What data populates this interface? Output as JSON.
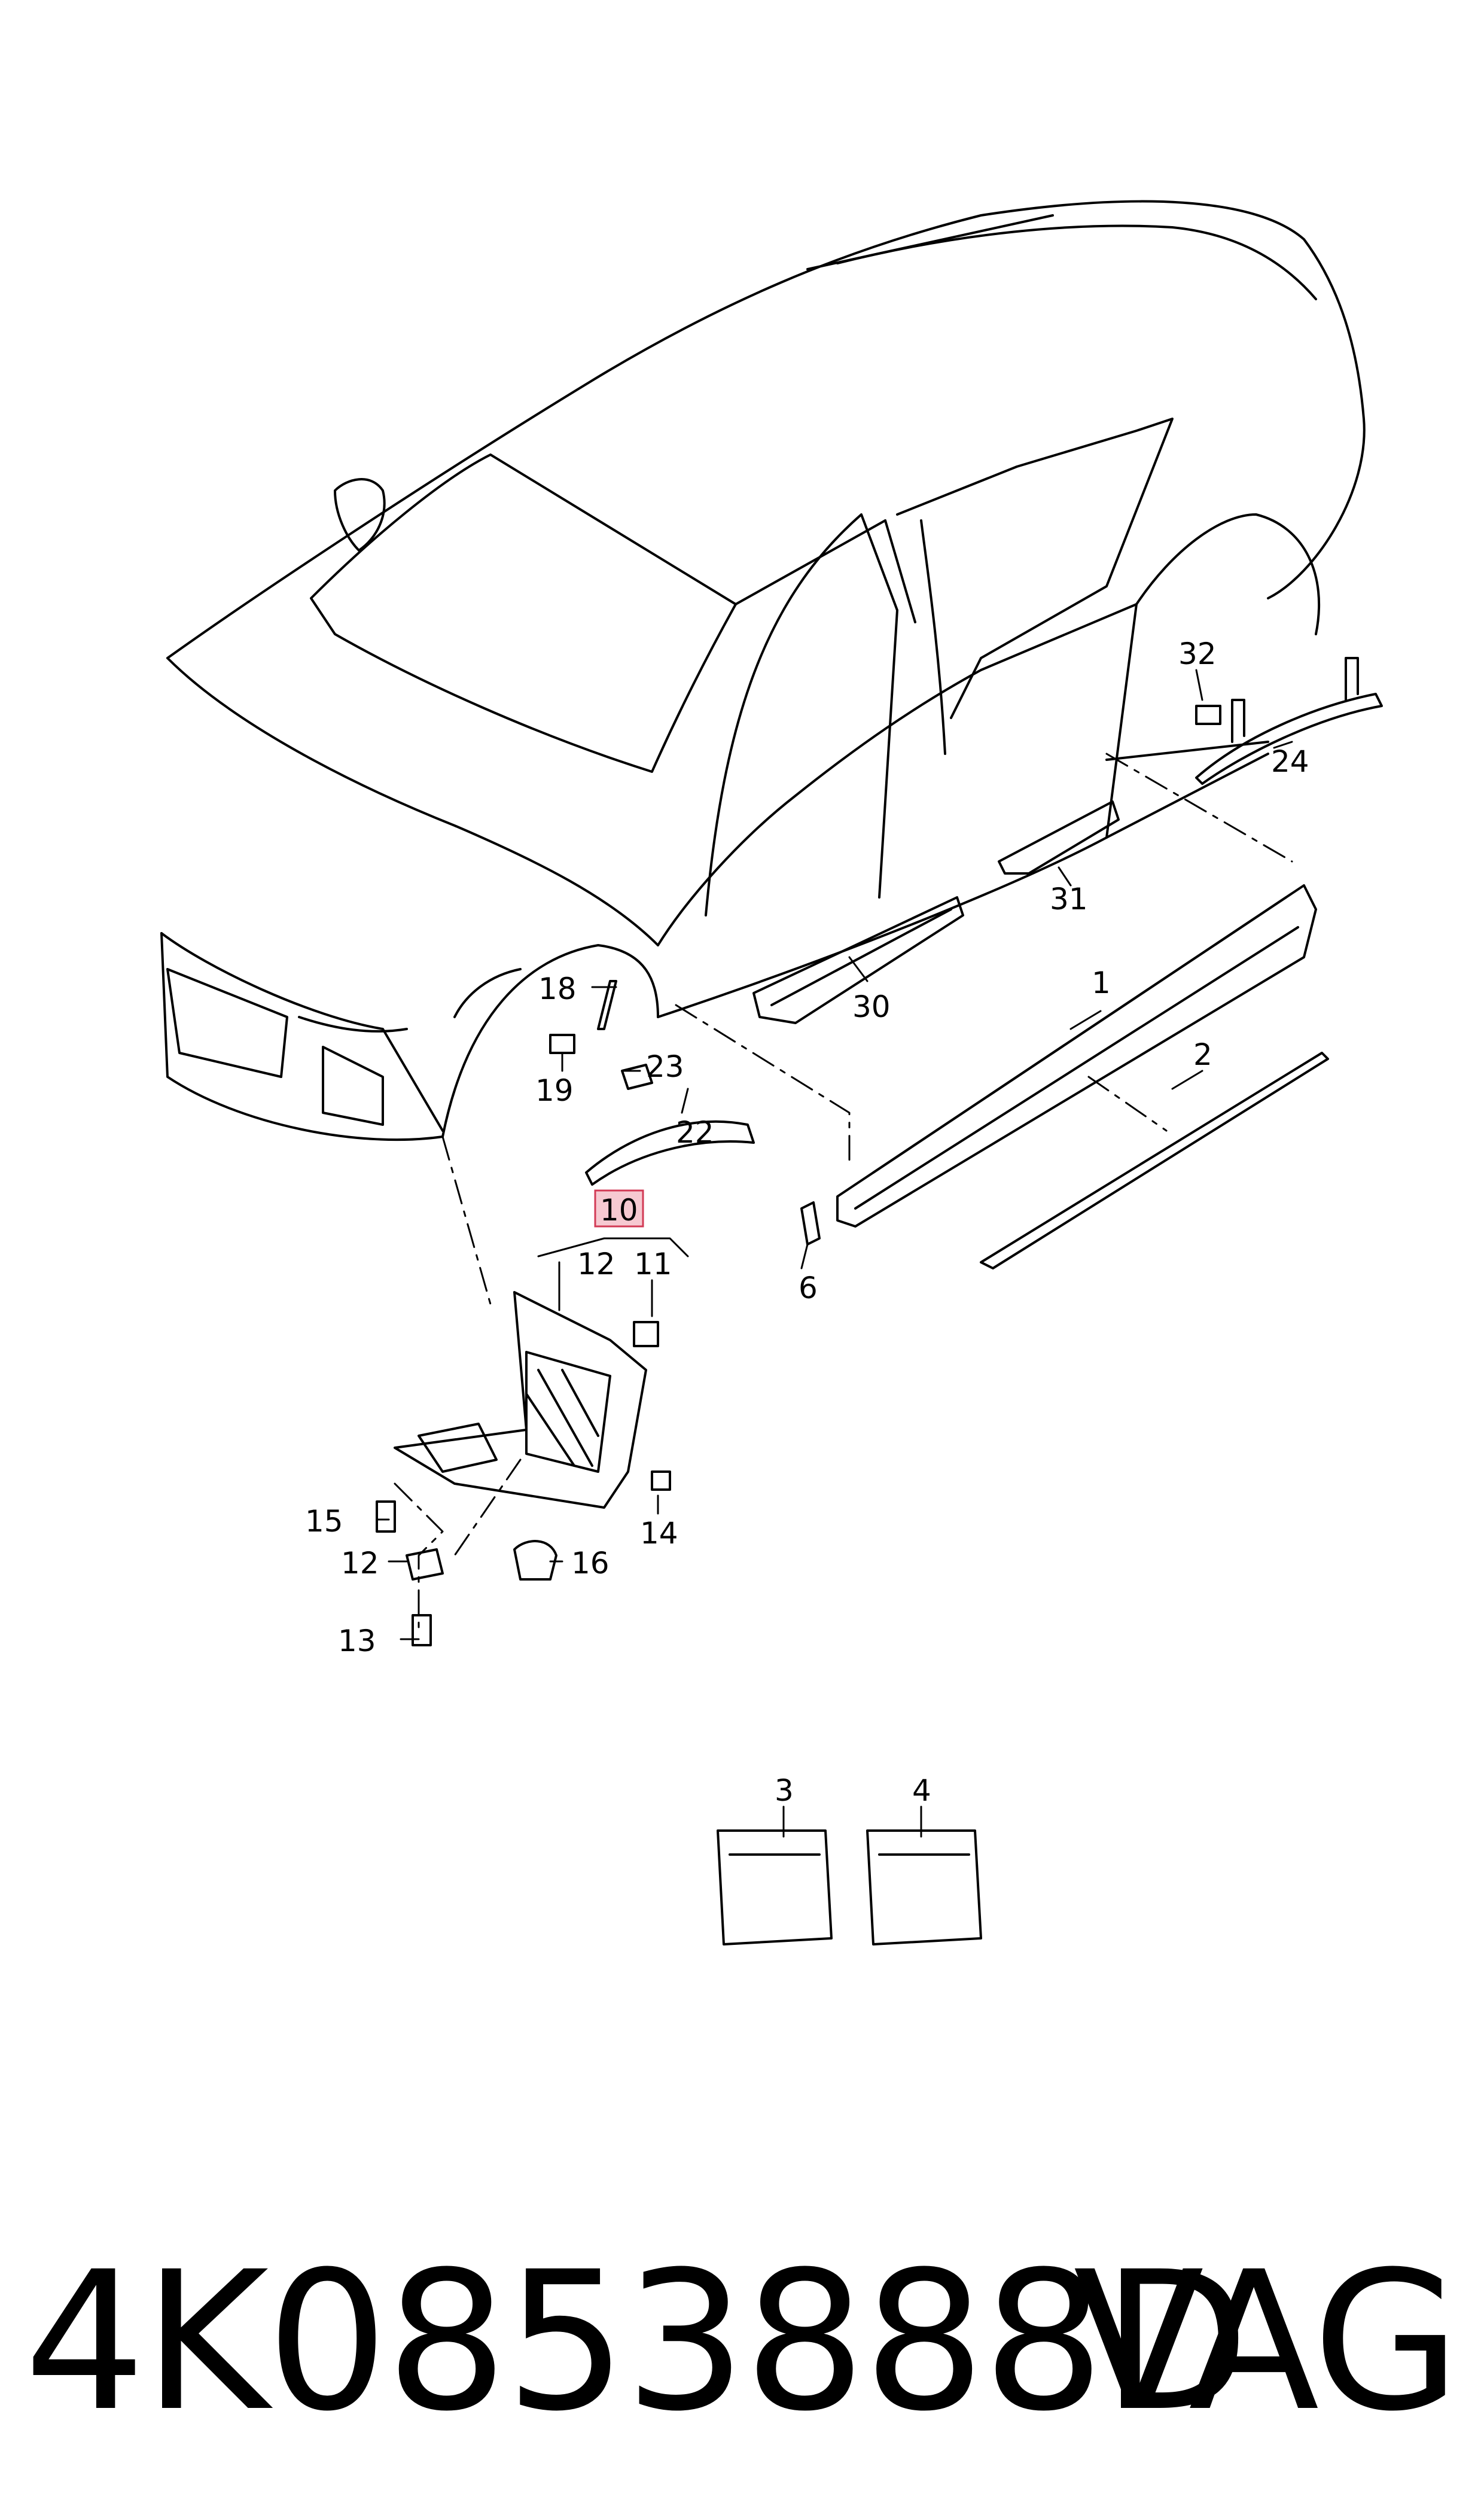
{
  "labels": {
    "l1": "1",
    "l2": "2",
    "l3": "3",
    "l4": "4",
    "l6": "6",
    "l10": "10",
    "l11": "11",
    "l12a": "12",
    "l12b": "12",
    "l13": "13",
    "l14": "14",
    "l15": "15",
    "l16": "16",
    "l18": "18",
    "l19": "19",
    "l22": "22",
    "l23": "23",
    "l24": "24",
    "l30": "30",
    "l31": "31",
    "l32": "32"
  },
  "footer": {
    "part_number": "4K0853888D",
    "brand": "VAG"
  },
  "colors": {
    "highlight_fill": "#f6c9d1",
    "highlight_stroke": "#d23a55",
    "line": "#000000"
  }
}
